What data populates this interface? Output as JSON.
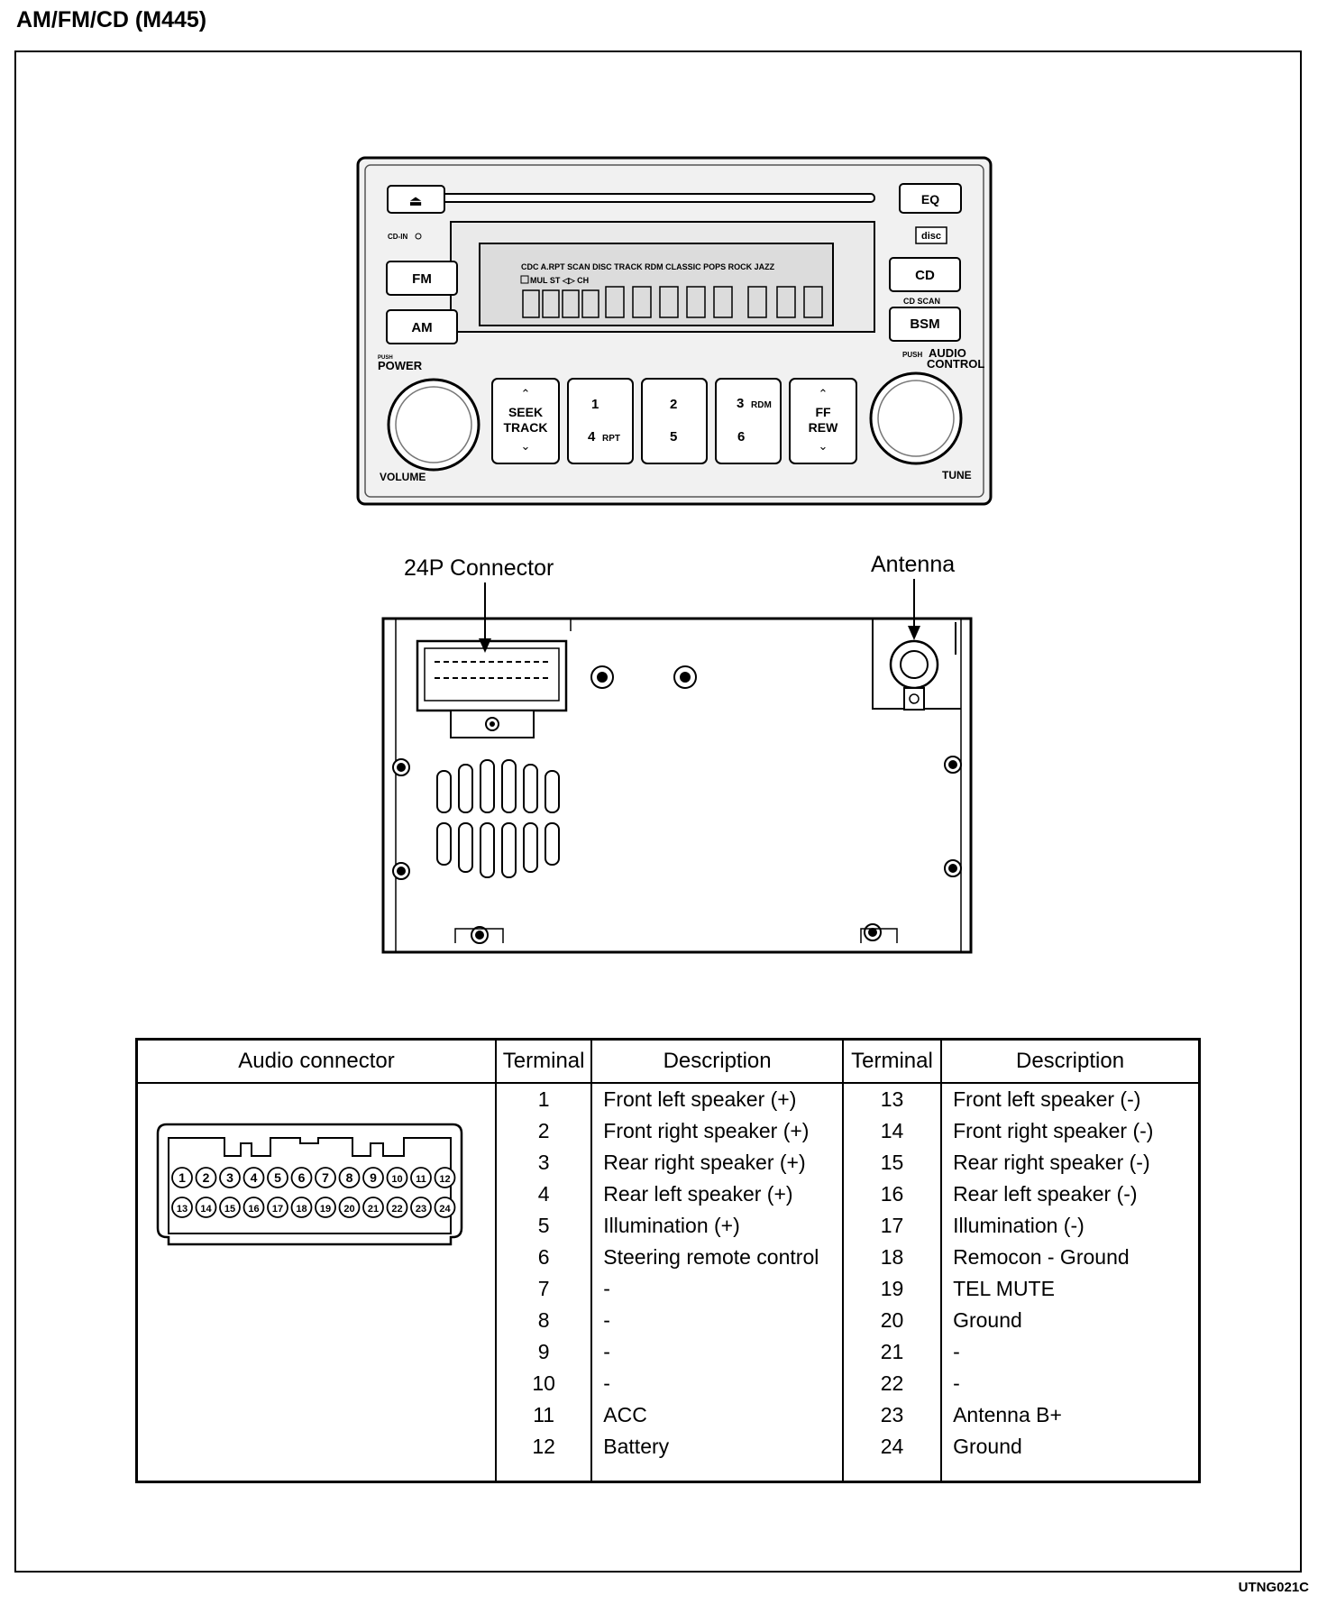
{
  "title": "AM/FM/CD  (M445)",
  "diagram_code": "UTNG021C",
  "head_unit": {
    "eject_symbol": "⏏",
    "eq": "EQ",
    "cd_in": "CD-IN",
    "fm": "FM",
    "am": "AM",
    "cd": "CD",
    "cd_scan": "CD SCAN",
    "bsm": "BSM",
    "push_small": "PUSH",
    "power": "POWER",
    "audio_control_1": "AUDIO",
    "audio_control_2": "CONTROL",
    "volume": "VOLUME",
    "tune": "TUNE",
    "disc_logo": "disc",
    "display_row1": "CDC A.RPT SCAN DISC   TRACK RDM CLASSIC POPS ROCK JAZZ",
    "display_row2": "MUL ST ◁▷ CH",
    "seek_1": "SEEK",
    "seek_2": "TRACK",
    "ff_1": "FF",
    "ff_2": "REW",
    "preset_1": "1",
    "preset_2": "2",
    "preset_3": "3",
    "preset_3_sub": "RDM",
    "preset_4": "4",
    "preset_4_sub": "RPT",
    "preset_5": "5",
    "preset_6": "6"
  },
  "rear_view": {
    "connector_label": "24P Connector",
    "antenna_label": "Antenna"
  },
  "connector_numbers": {
    "row1": [
      "1",
      "2",
      "3",
      "4",
      "5",
      "6",
      "7",
      "8",
      "9",
      "10",
      "11",
      "12"
    ],
    "row2": [
      "13",
      "14",
      "15",
      "16",
      "17",
      "18",
      "19",
      "20",
      "21",
      "22",
      "23",
      "24"
    ]
  },
  "table": {
    "headers": {
      "connector": "Audio connector",
      "terminal_a": "Terminal",
      "description_a": "Description",
      "terminal_b": "Terminal",
      "description_b": "Description"
    },
    "left": [
      {
        "terminal": "1",
        "description": "Front left speaker (+)"
      },
      {
        "terminal": "2",
        "description": "Front right speaker (+)"
      },
      {
        "terminal": "3",
        "description": "Rear right speaker (+)"
      },
      {
        "terminal": "4",
        "description": "Rear left speaker (+)"
      },
      {
        "terminal": "5",
        "description": "Illumination (+)"
      },
      {
        "terminal": "6",
        "description": "Steering remote control"
      },
      {
        "terminal": "7",
        "description": "-"
      },
      {
        "terminal": "8",
        "description": "-"
      },
      {
        "terminal": "9",
        "description": "-"
      },
      {
        "terminal": "10",
        "description": "-"
      },
      {
        "terminal": "11",
        "description": "ACC"
      },
      {
        "terminal": "12",
        "description": "Battery"
      }
    ],
    "right": [
      {
        "terminal": "13",
        "description": "Front left speaker (-)"
      },
      {
        "terminal": "14",
        "description": "Front right speaker (-)"
      },
      {
        "terminal": "15",
        "description": "Rear right speaker (-)"
      },
      {
        "terminal": "16",
        "description": "Rear left speaker (-)"
      },
      {
        "terminal": "17",
        "description": "Illumination (-)"
      },
      {
        "terminal": "18",
        "description": "Remocon - Ground"
      },
      {
        "terminal": "19",
        "description": "TEL MUTE"
      },
      {
        "terminal": "20",
        "description": "Ground"
      },
      {
        "terminal": "21",
        "description": "-"
      },
      {
        "terminal": "22",
        "description": "-"
      },
      {
        "terminal": "23",
        "description": "Antenna B+"
      },
      {
        "terminal": "24",
        "description": "Ground"
      }
    ]
  }
}
